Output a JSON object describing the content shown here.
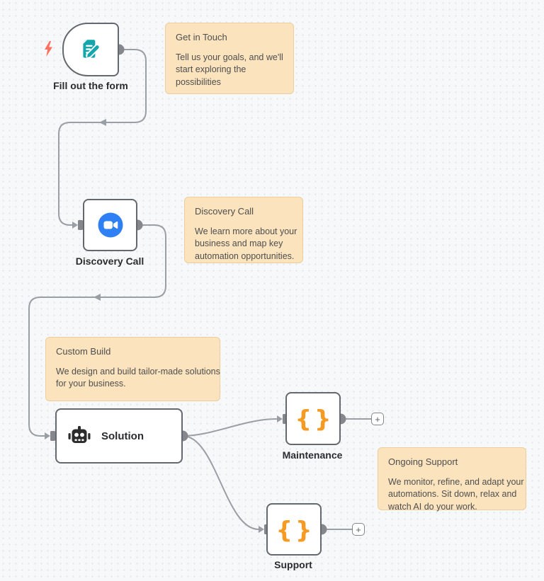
{
  "app_title": "Workflow canvas",
  "canvas": {
    "background": "#f7f8fa",
    "dot_color": "#e1e4e8"
  },
  "colors": {
    "sticky_bg": "#fae3bd",
    "sticky_border": "#ecce9c",
    "sticky_text": "#4f4f4f",
    "node_bg": "#ffffff",
    "node_border": "#64686f",
    "wire_gray": "#9a9ea5",
    "endpoint_gray": "#85878d",
    "label_dark": "#2b2c30",
    "form_icon_teal": "#14a5ad",
    "zoom_icon_blue": "#2f80f5",
    "code_icon_orange": "#f59a23",
    "robot_icon_dark": "#2c2c2c",
    "trigger_bolt_red": "#ff6f5e"
  },
  "nodes": [
    {
      "id": "form-trigger",
      "label": "Fill out the form",
      "icon": "form-pencil-icon",
      "type": "trigger"
    },
    {
      "id": "discovery-call",
      "label": "Discovery Call",
      "icon": "zoom-video-icon",
      "type": "action"
    },
    {
      "id": "solution",
      "label": "Solution",
      "icon": "robot-icon",
      "type": "agent"
    },
    {
      "id": "maintenance",
      "label": "Maintenance",
      "icon": "code-braces-icon",
      "glyph": "{}",
      "type": "action"
    },
    {
      "id": "support",
      "label": "Support",
      "icon": "code-braces-icon",
      "glyph": "{}",
      "type": "action"
    }
  ],
  "sticky_notes": [
    {
      "title": "Get in Touch",
      "body": "Tell us your goals, and we'll\nstart exploring the\npossibilities"
    },
    {
      "title": "Discovery Call",
      "body": "We learn more about your\nbusiness and map key\nautomation opportunities."
    },
    {
      "title": "Custom Build",
      "body": "We design and build tailor-made solutions\nfor your business."
    },
    {
      "title": "Ongoing Support",
      "body": "We monitor, refine, and adapt your\nautomations. Sit down, relax and\nwatch AI do your work."
    }
  ],
  "plus_button": {
    "glyph": "+"
  }
}
